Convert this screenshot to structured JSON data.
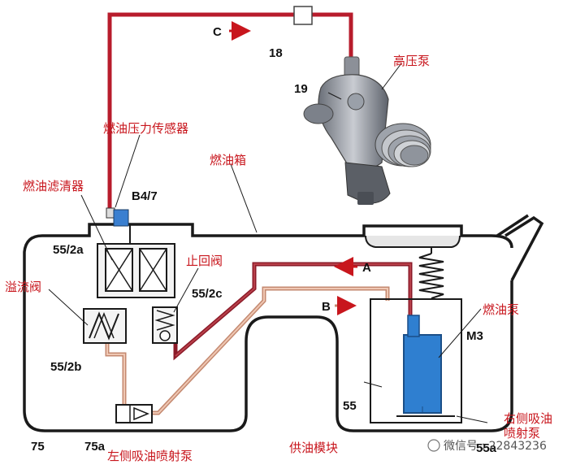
{
  "labels": {
    "high_pressure_pump": "高压泵",
    "fuel_pressure_sensor": "燃油压力传感器",
    "fuel_tank": "燃油箱",
    "fuel_filter": "燃油滤清器",
    "check_valve": "止回阀",
    "overflow_valve": "溢流阀",
    "fuel_pump": "燃油泵",
    "supply_module": "供油模块",
    "left_jet_pump": "左侧吸油喷射泵",
    "right_jet_pump_line1": "右侧吸油",
    "right_jet_pump_line2": "喷射泵"
  },
  "codes": {
    "c": "C",
    "n18": "18",
    "n19": "19",
    "b47": "B4/7",
    "n55_2a": "55/2a",
    "n55_2c": "55/2c",
    "n55_2b": "55/2b",
    "a": "A",
    "b": "B",
    "m3": "M3",
    "n55": "55",
    "n75": "75",
    "n75a": "75a",
    "n55a": "55a"
  },
  "watermark": "微信号 : 22843236",
  "colors": {
    "high_pressure_line": "#b81c2c",
    "return_line": "#dea58a",
    "pump_body": "#2f7fd0",
    "label_red": "#c8161d",
    "outline": "#1a1a1a"
  }
}
